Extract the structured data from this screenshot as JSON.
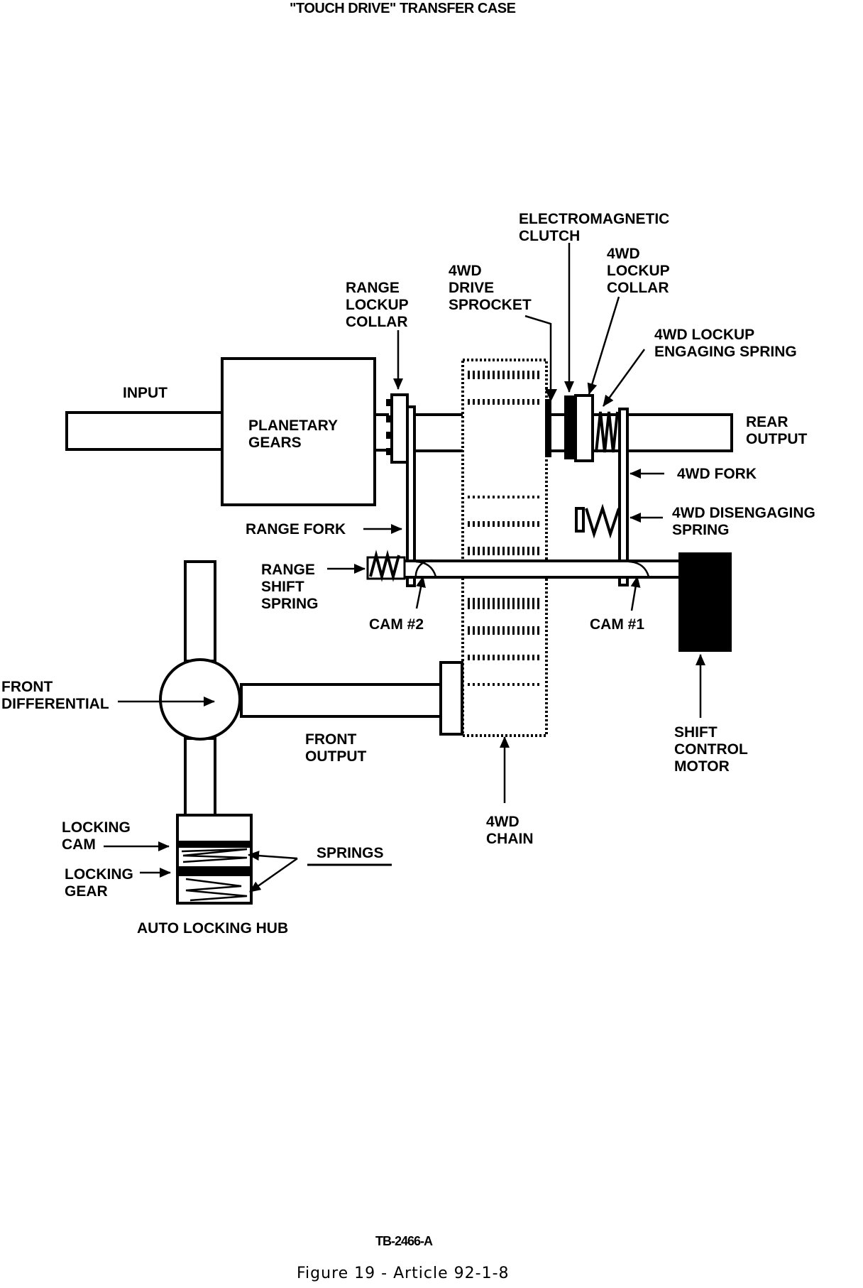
{
  "title": "\"TOUCH DRIVE\" TRANSFER CASE",
  "labels": {
    "electromagnetic_clutch": [
      "ELECTROMAGNETIC",
      "CLUTCH"
    ],
    "lockup_collar_4wd": [
      "4WD",
      "LOCKUP",
      "COLLAR"
    ],
    "drive_sprocket_4wd": [
      "4WD",
      "DRIVE",
      "SPROCKET"
    ],
    "range_lockup_collar": [
      "RANGE",
      "LOCKUP",
      "COLLAR"
    ],
    "lockup_engaging_spring": [
      "4WD LOCKUP",
      "ENGAGING SPRING"
    ],
    "input": "INPUT",
    "planetary_gears": [
      "PLANETARY",
      "GEARS"
    ],
    "rear_output": [
      "REAR",
      "OUTPUT"
    ],
    "fork_4wd": "4WD FORK",
    "disengaging_spring": [
      "4WD DISENGAGING",
      "SPRING"
    ],
    "range_fork": "RANGE FORK",
    "range_shift_spring": [
      "RANGE",
      "SHIFT",
      "SPRING"
    ],
    "cam2": "CAM #2",
    "cam1": "CAM #1",
    "front_differential": [
      "FRONT",
      "DIFFERENTIAL"
    ],
    "front_output": [
      "FRONT",
      "OUTPUT"
    ],
    "shift_control_motor": [
      "SHIFT",
      "CONTROL",
      "MOTOR"
    ],
    "chain_4wd": [
      "4WD",
      "CHAIN"
    ],
    "locking_cam": [
      "LOCKING",
      "CAM"
    ],
    "locking_gear": [
      "LOCKING",
      "GEAR"
    ],
    "springs": "SPRINGS",
    "auto_locking_hub": "AUTO LOCKING HUB"
  },
  "figure_code": "TB-2466-A",
  "caption": "Figure 19 - Article 92-1-8"
}
